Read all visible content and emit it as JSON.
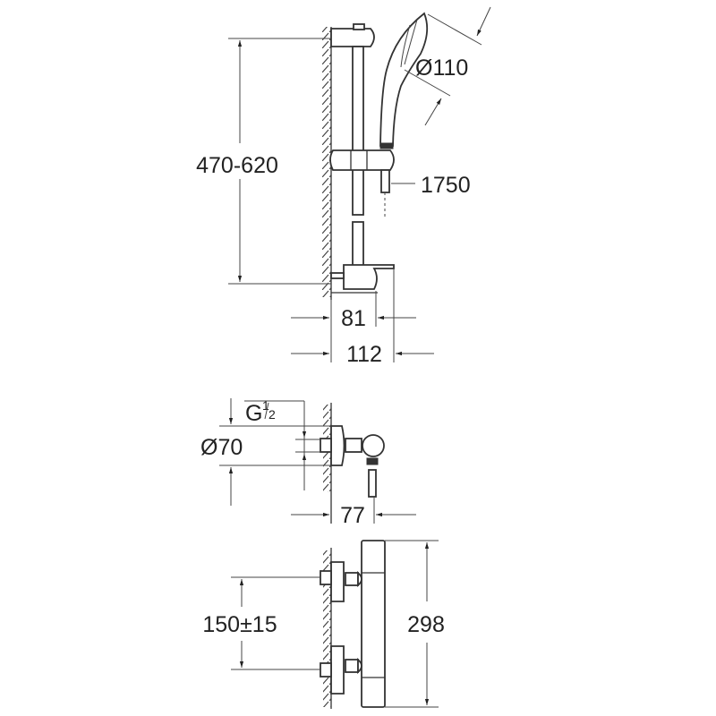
{
  "title": "Shower system technical drawing",
  "dimensions": {
    "rail_height": "470-620",
    "hand_shower_diameter": "Ø110",
    "hose_length": "1750",
    "rail_depth_81": "81",
    "rail_depth_112": "112",
    "thread": "G",
    "thread_num": "1",
    "thread_den": "2",
    "escutcheon_diameter": "Ø70",
    "mixer_projection": "77",
    "connection_spacing": "150±15",
    "mixer_length": "298"
  }
}
